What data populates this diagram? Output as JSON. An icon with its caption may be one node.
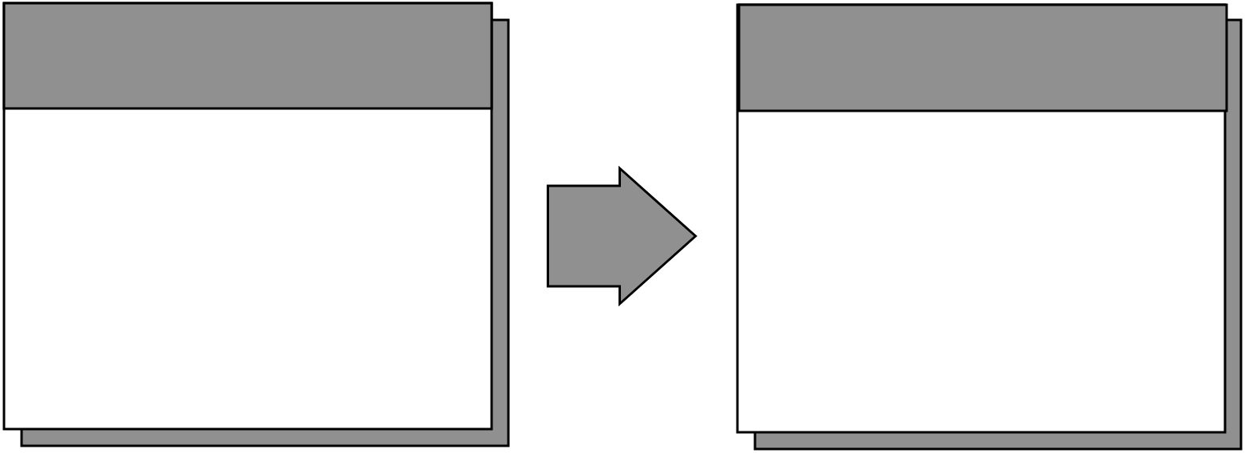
{
  "diagram": {
    "nodes": [
      {
        "text": [],
        "shape": "box"
      },
      {
        "text": [],
        "shape": "box"
      }
    ],
    "edges": [
      {
        "from": 0,
        "to": 1,
        "arrow": "to"
      }
    ]
  }
}
